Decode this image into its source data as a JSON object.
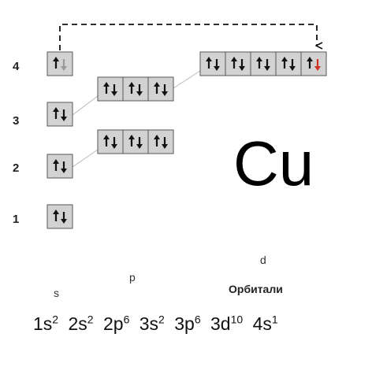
{
  "levels": [
    "4",
    "3",
    "2",
    "1"
  ],
  "sublevels": {
    "s": "s",
    "p": "p",
    "d": "d"
  },
  "orbitals_label": "Орбитали",
  "element_symbol": "Cu",
  "configuration": [
    {
      "orbital": "1s",
      "electrons": "2"
    },
    {
      "orbital": "2s",
      "electrons": "2"
    },
    {
      "orbital": "2p",
      "electrons": "6"
    },
    {
      "orbital": "3s",
      "electrons": "2"
    },
    {
      "orbital": "3p",
      "electrons": "6"
    },
    {
      "orbital": "3d",
      "electrons": "10"
    },
    {
      "orbital": "4s",
      "electrons": "1"
    }
  ],
  "colors": {
    "box_fill": "#d2d2d2",
    "box_border": "#555555",
    "arrow": "#111111",
    "moved_electron_gray": "#999999",
    "moved_electron_red": "#cc3322"
  }
}
